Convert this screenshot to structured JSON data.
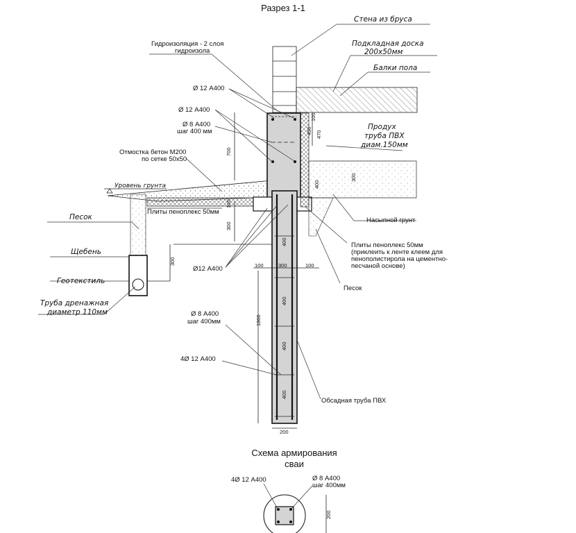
{
  "title_section": "Разрез 1-1",
  "title_scheme_line1": "Схема армирования",
  "title_scheme_line2": "сваи",
  "labels": {
    "wall": "Стена из бруса",
    "board_line1": "Подкладная доска",
    "board_line2": "200x50мм",
    "beams": "Балки пола",
    "waterproof_line1": "Гидроизоляция - 2 слоя",
    "waterproof_line2": "гидроизола",
    "rebar12_a": "Ø 12 А400",
    "rebar12_b": "Ø 12 А400",
    "rebar8_line1": "Ø 8 А400",
    "rebar8_line2": "шаг 400 мм",
    "vent_line1": "Продух",
    "vent_line2": "труба ПВХ",
    "vent_line3": "диам.150мм",
    "blind_line1": "Отмостка бетон М200",
    "blind_line2": "по сетке 50x50",
    "ground_level": "Уровень грунта",
    "penoplex_top": "Плиты пеноплекс 50мм",
    "fill_soil": "Насыпной грунт",
    "sand_left": "Песок",
    "gravel": "Щебень",
    "geotextile": "Геотекстиль",
    "drain_line1": "Труба дренажная",
    "drain_line2": "диаметр 110мм",
    "rebar12_c": "Ø12 А400",
    "penoplex2_line1": "Плиты пеноплекс 50мм",
    "penoplex2_line2": "(приклеить к ленте клеем для",
    "penoplex2_line3": "пенополистирола на цементно-",
    "penoplex2_line4": "песчаной основе)",
    "sand_right": "Песок",
    "pile_rebar8_line1": "Ø 8 А400",
    "pile_rebar8_line2": "шаг 400мм",
    "pile_rebar12": "4Ø 12 А400",
    "casing": "Обсадная труба ПВХ",
    "scheme_rebar12": "4Ø 12 А400",
    "scheme_rebar8_line1": "Ø 8 А400",
    "scheme_rebar8_line2": "шаг 400мм"
  },
  "dims": {
    "d700": "700",
    "d100": "100",
    "d300_left": "300",
    "d300_gravel": "300",
    "d1800": "1800",
    "d400_right": "400",
    "d300_fill": "300",
    "d100_top": "100",
    "d450": "450",
    "d470": "470",
    "d100_bl": "100",
    "d300_bm": "300",
    "d100_br": "100",
    "pile_400_1": "400",
    "pile_400_2": "400",
    "pile_400_3": "400",
    "pile_400_4": "400",
    "pile_200": "200",
    "scheme_200": "200"
  },
  "colors": {
    "concrete": "#d4d4d4",
    "line": "#111111"
  }
}
